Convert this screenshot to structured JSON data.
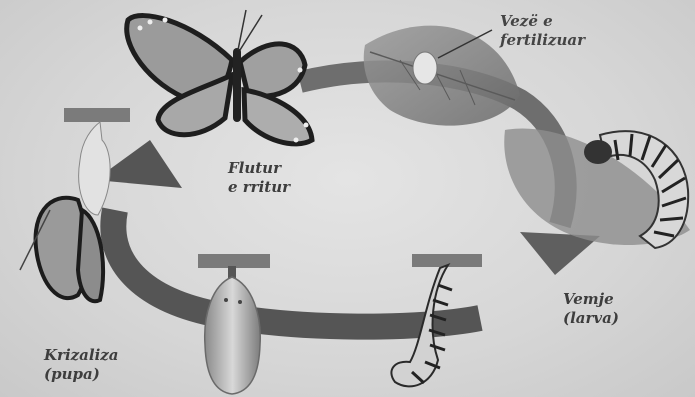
{
  "stages": {
    "adult": {
      "line1": "Flutur",
      "line2": "e rritur"
    },
    "egg": {
      "line1": "Vezë e",
      "line2": "fertilizuar"
    },
    "larva": {
      "line1": "Vemje",
      "line2": "(larva)"
    },
    "pupa": {
      "line1": "Krizaliza",
      "line2": "(pupa)"
    }
  },
  "colors": {
    "cycle_arrow": "#555555",
    "cycle_arrow_light": "#6e6e6e",
    "label_text": "#3d3d3d"
  }
}
